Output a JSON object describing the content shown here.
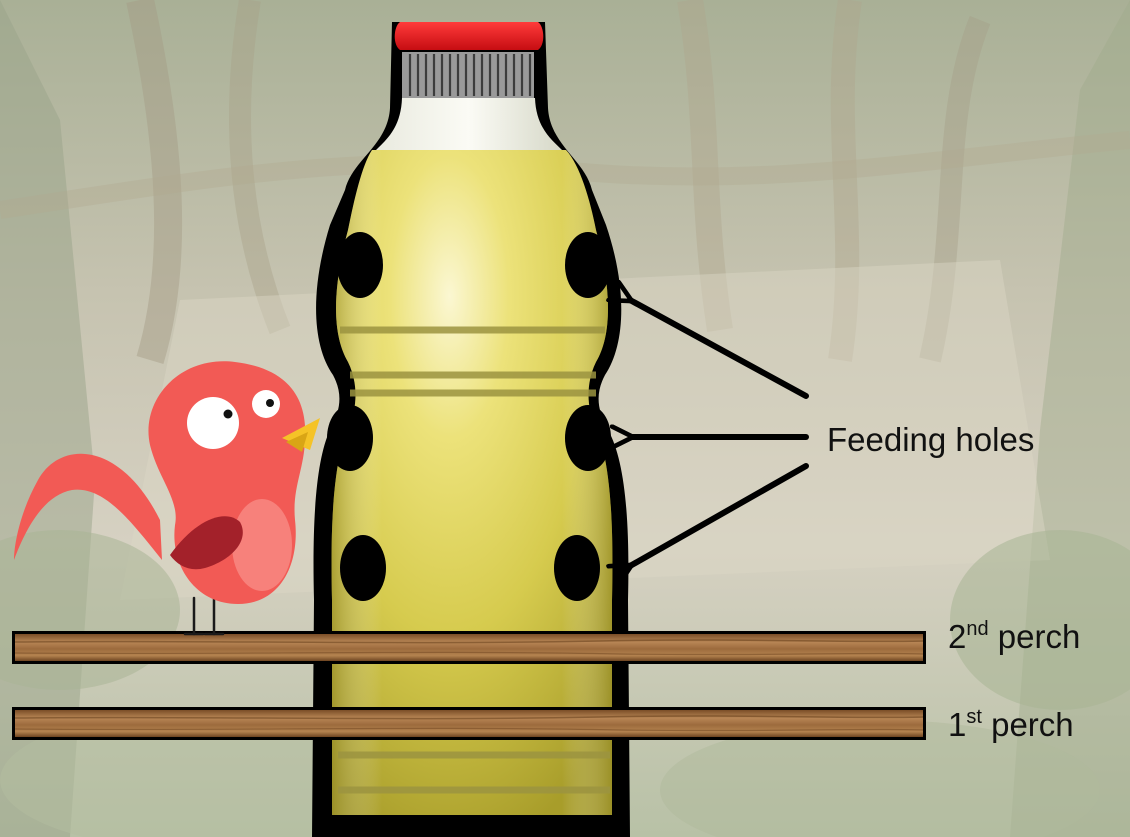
{
  "labels": {
    "feeding_holes": "Feeding holes",
    "perch_2_number": "2",
    "perch_2_suffix": "nd",
    "perch_2_word": "perch",
    "perch_1_number": "1",
    "perch_1_suffix": "st",
    "perch_1_word": "perch"
  },
  "colors": {
    "bottle_outline": "#000000",
    "bottle_cap": "#e8141c",
    "liquid": "#e2d760",
    "perch_wood": "#9a6a3c",
    "bird_body": "#f25a55",
    "bird_beak": "#f5c327",
    "bird_wing": "#a3212a",
    "background_foliage": "#b9bfa6"
  },
  "icons": {
    "bird": "cartoon-bird-icon",
    "bottle": "plastic-bottle-icon",
    "arrow": "arrow-icon"
  }
}
